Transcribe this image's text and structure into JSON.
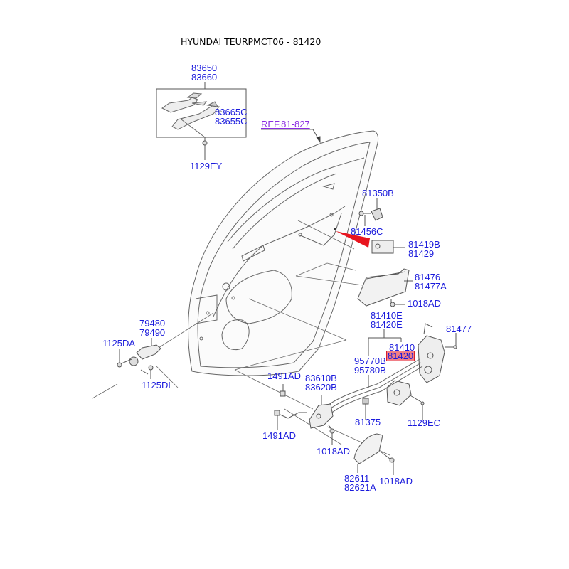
{
  "title": "HYUNDAI TEURPMCT06 - 81420",
  "colors": {
    "label": "#1a1adc",
    "reference_label": "#8a2be2",
    "highlight_fill": "#f07e86",
    "highlight_border": "#d8202c",
    "pointer_arrow": "#e8141e",
    "line_art": "#555555"
  },
  "labels": {
    "outside_handle": [
      "83650",
      "83660"
    ],
    "handle_cap": [
      "83665C",
      "83655C"
    ],
    "handle_screw": "1129EY",
    "door_reference": "REF.81-827",
    "striker": "81350B",
    "striker_bolt": "81456C",
    "label_plate": [
      "81419B",
      "81429"
    ],
    "latch_cover": [
      "81476",
      "81477A"
    ],
    "cover_bolt": "1018AD",
    "latch_assembly": [
      "81410E",
      "81420E"
    ],
    "latch": [
      "81410",
      "81420"
    ],
    "lock_cables": [
      "95770B",
      "95780B"
    ],
    "latch_screw": "81477",
    "checker": [
      "79480",
      "79490"
    ],
    "checker_bolt_upper": "1125DA",
    "checker_bolt_lower": "1125DL",
    "clip_upper": "1491AD",
    "clip_lower": "1491AD",
    "inside_handle": [
      "83610B",
      "83620B"
    ],
    "inside_handle_bolt": "1018AD",
    "cable_clip": "81375",
    "actuator_screw": "1129EC",
    "inside_handle_cover": [
      "82611",
      "82621A"
    ],
    "cover_screw": "1018AD"
  },
  "highlighted_part": "81420"
}
